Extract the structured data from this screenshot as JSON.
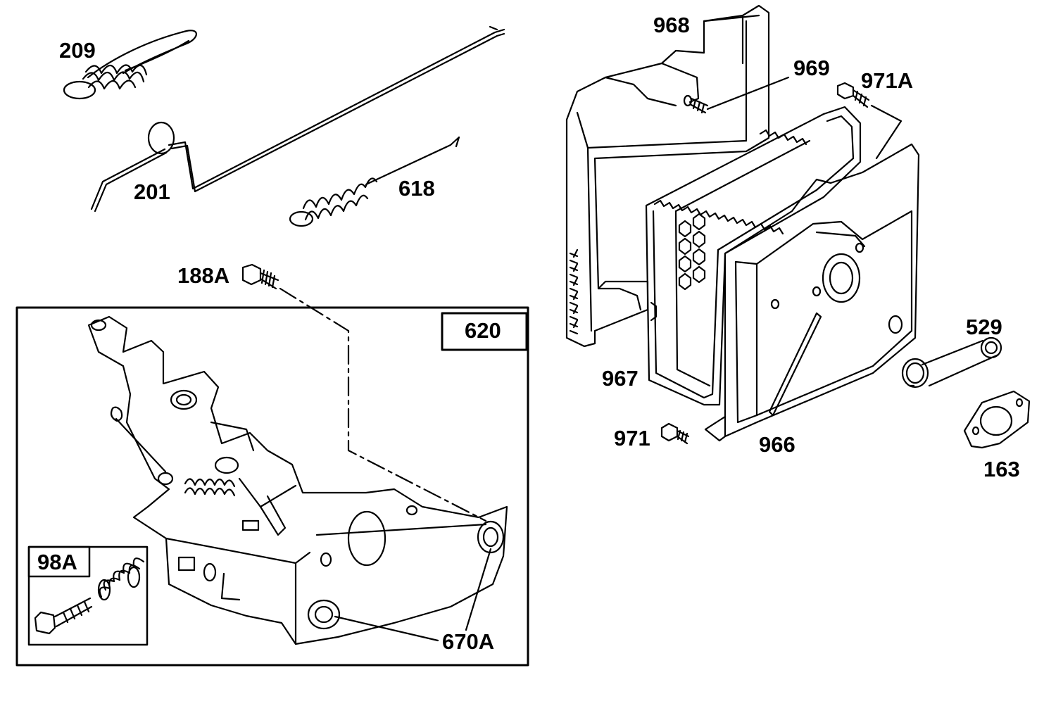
{
  "diagram": {
    "part_labels": {
      "p209": "209",
      "p201": "201",
      "p618": "618",
      "p188A": "188A",
      "p620": "620",
      "p98A": "98A",
      "p670A": "670A",
      "p968": "968",
      "p969": "969",
      "p971A": "971A",
      "p967": "967",
      "p971": "971",
      "p966": "966",
      "p529": "529",
      "p163": "163"
    }
  }
}
